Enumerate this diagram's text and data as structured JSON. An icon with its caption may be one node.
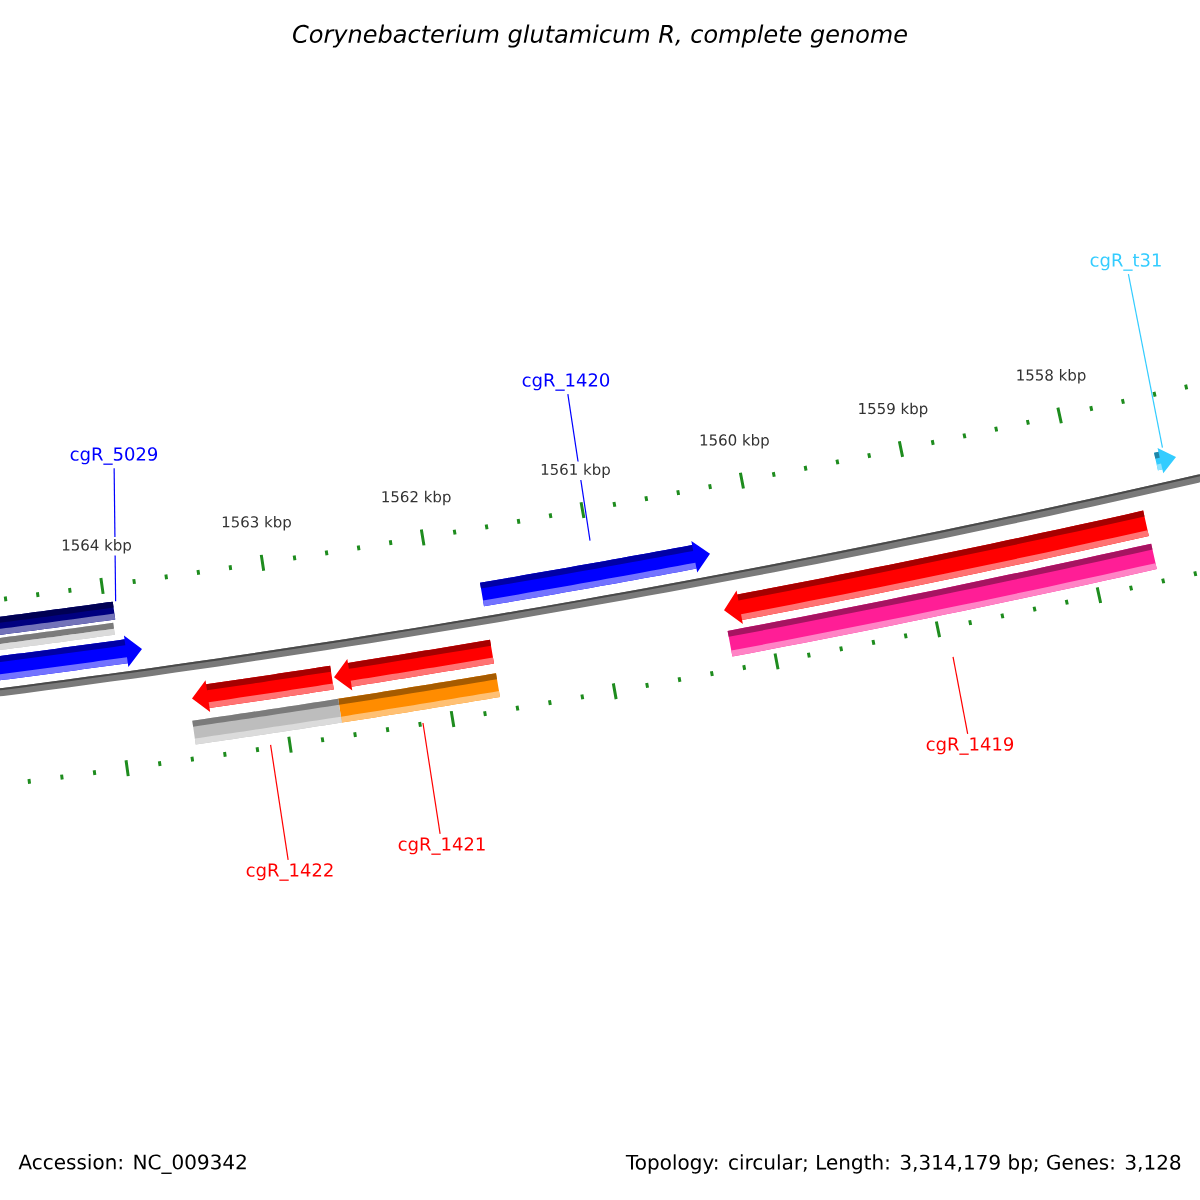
{
  "diagram": {
    "title": "Corynebacterium glutamicum R, complete genome",
    "nodes": [
      {
        "text": [
          "cgR_5029"
        ]
      },
      {
        "text": [],
        "shape": "bar"
      },
      {
        "text": [
          "cgR_1420"
        ]
      },
      {
        "text": [],
        "shape": "arrow"
      },
      {
        "text": [
          "cgR_t31"
        ]
      },
      {
        "text": [],
        "shape": "arrow"
      },
      {
        "text": [
          "cgR_1419"
        ]
      },
      {
        "text": [],
        "shape": "bar"
      },
      {
        "text": [
          "cgR_1421"
        ]
      },
      {
        "text": [],
        "shape": "bar"
      },
      {
        "text": [
          "cgR_1422"
        ]
      },
      {
        "text": [],
        "shape": "bar"
      }
    ],
    "edges": [
      {
        "from": 0,
        "to": 1,
        "arrow": "none",
        "color": "#0000ff"
      },
      {
        "from": 2,
        "to": 3,
        "arrow": "none",
        "color": "#0000ff"
      },
      {
        "from": 4,
        "to": 5,
        "arrow": "none",
        "color": "#33ccff"
      },
      {
        "from": 6,
        "to": 7,
        "arrow": "none",
        "color": "#ff0000"
      },
      {
        "from": 8,
        "to": 9,
        "arrow": "none",
        "color": "#ff0000"
      },
      {
        "from": 10,
        "to": 11,
        "arrow": "none",
        "color": "#ff0000"
      }
    ],
    "labels": [
      "1564 kbp",
      "1563 kbp",
      "1562 kbp",
      "1561 kbp",
      "1560 kbp",
      "1559 kbp",
      "1558 kbp",
      "Accession: NC_009342",
      "Topology: circular; Length: 3,314,179 bp; Genes: 3,128"
    ]
  }
}
